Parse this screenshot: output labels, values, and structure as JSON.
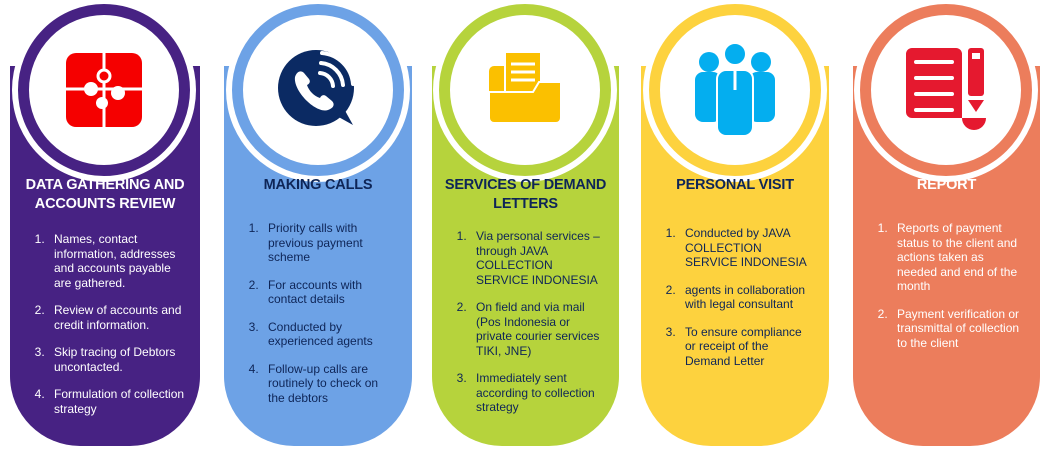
{
  "steps": [
    {
      "title": "DATA GATHERING AND ACCOUNTS REVIEW",
      "icon": "puzzle-icon",
      "color": "#472283",
      "items": [
        "Names, contact information, addresses and accounts payable are gathered.",
        "Review of accounts and credit information.",
        "Skip tracing of Debtors uncontacted.",
        "Formulation of collection strategy"
      ]
    },
    {
      "title": "MAKING CALLS",
      "icon": "phone-call-icon",
      "color": "#6da2e6",
      "items": [
        "Priority calls with previous payment scheme",
        "For accounts with contact details",
        "Conducted by experienced agents",
        "Follow-up calls are routinely to check on the debtors"
      ]
    },
    {
      "title": "SERVICES OF DEMAND LETTERS",
      "icon": "folder-document-icon",
      "color": "#b6d33c",
      "items": [
        "Via personal services – through JAVA COLLECTION SERVICE INDONESIA",
        "On field and via mail (Pos Indonesia or private courier services TIKI, JNE)",
        "Immediately sent according to collection strategy"
      ]
    },
    {
      "title": "PERSONAL VISIT",
      "icon": "people-icon",
      "color": "#fdd23e",
      "items": [
        "Conducted by JAVA COLLECTION SERVICE INDONESIA",
        "agents in collaboration with legal consultant",
        "To ensure compliance or receipt of the Demand Letter"
      ]
    },
    {
      "title": "REPORT",
      "icon": "report-pen-icon",
      "color": "#ec7d5c",
      "items": [
        "Reports of payment status to the client and actions taken as needed and end of the month",
        "Payment verification or transmittal of collection to the client"
      ]
    }
  ]
}
